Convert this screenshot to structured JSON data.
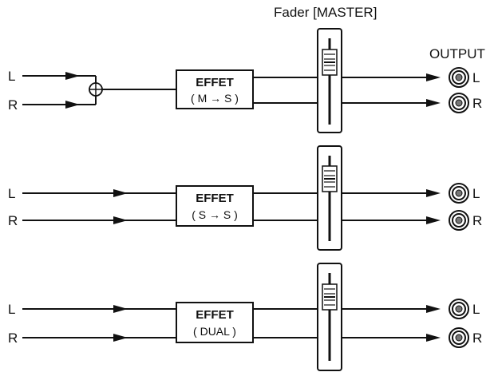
{
  "fader_label": "Fader [MASTER]",
  "output_label": "OUTPUT",
  "rows": [
    {
      "input_left": "L",
      "input_right": "R",
      "effect_title": "EFFET",
      "effect_mode": "( M → S )",
      "output_left": "L",
      "output_right": "R",
      "summed": true
    },
    {
      "input_left": "L",
      "input_right": "R",
      "effect_title": "EFFET",
      "effect_mode": "( S → S )",
      "output_left": "L",
      "output_right": "R",
      "summed": false
    },
    {
      "input_left": "L",
      "input_right": "R",
      "effect_title": "EFFET",
      "effect_mode": "( DUAL )",
      "output_left": "L",
      "output_right": "R",
      "summed": false
    }
  ]
}
